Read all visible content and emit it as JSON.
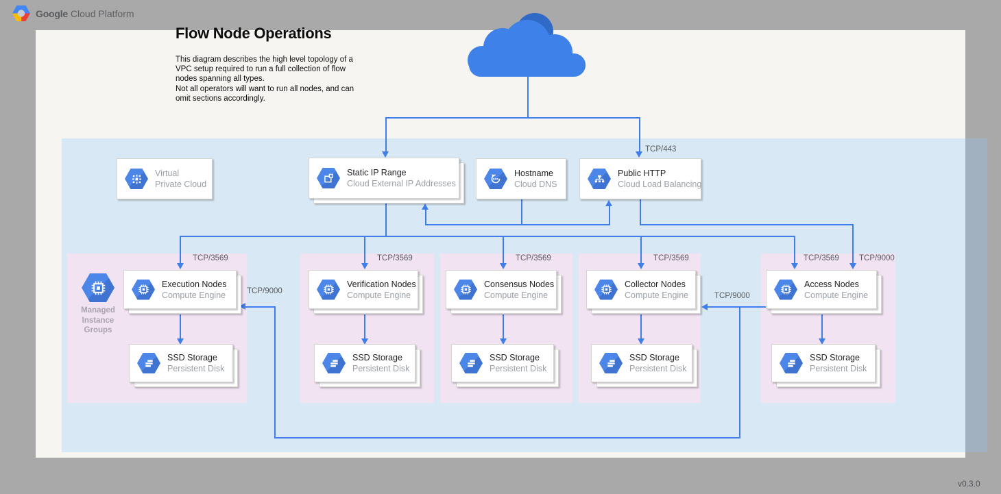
{
  "header": {
    "brand_bold": "Google",
    "brand_rest": "Cloud Platform"
  },
  "title": "Flow Node Operations",
  "description": {
    "p1": "This diagram describes the high level topology of a VPC setup required to run a full collection of flow nodes spanning all types.",
    "p2": "Not all operators will want to run all nodes, and can omit sections accordingly."
  },
  "vpc_card": {
    "line1": "Virtual",
    "line2": "Private Cloud"
  },
  "service_cards": [
    {
      "title": "Static IP Range",
      "subtitle": "Cloud External IP Addresses",
      "icon": "external-ip-icon"
    },
    {
      "title": "Hostname",
      "subtitle": "Cloud DNS",
      "icon": "cloud-dns-icon"
    },
    {
      "title": "Public HTTP",
      "subtitle": "Cloud Load Balancing",
      "icon": "load-balancer-icon"
    }
  ],
  "mig_label": "Managed\nInstance\nGroups",
  "groups": [
    {
      "compute_title": "Execution Nodes",
      "compute_subtitle": "Compute Engine",
      "storage_title": "SSD Storage",
      "storage_subtitle": "Persistent Disk"
    },
    {
      "compute_title": "Verification Nodes",
      "compute_subtitle": "Compute Engine",
      "storage_title": "SSD Storage",
      "storage_subtitle": "Persistent Disk"
    },
    {
      "compute_title": "Consensus Nodes",
      "compute_subtitle": "Compute Engine",
      "storage_title": "SSD Storage",
      "storage_subtitle": "Persistent Disk"
    },
    {
      "compute_title": "Collector Nodes",
      "compute_subtitle": "Compute Engine",
      "storage_title": "SSD Storage",
      "storage_subtitle": "Persistent Disk"
    },
    {
      "compute_title": "Access Nodes",
      "compute_subtitle": "Compute Engine",
      "storage_title": "SSD Storage",
      "storage_subtitle": "Persistent Disk"
    }
  ],
  "edge_labels": {
    "tcp443": "TCP/443",
    "tcp3569": "TCP/3569",
    "tcp9000": "TCP/9000"
  },
  "version": "v0.3.0",
  "colors": {
    "outer_background": "#a9a9a9",
    "canvas": "#f6f5f2",
    "vpc_region_tint": "#dbe9f6",
    "group_fill": "#f2e3f3",
    "connector_blue": "#3f7de9",
    "icon_blue": "#4d86e9",
    "cloud_blue": "#3e82e9",
    "cloud_dark_blue": "#2f6ac6",
    "title_text": "#202124",
    "subtitle_text": "#9aa0a6",
    "label_text": "#55595e"
  }
}
